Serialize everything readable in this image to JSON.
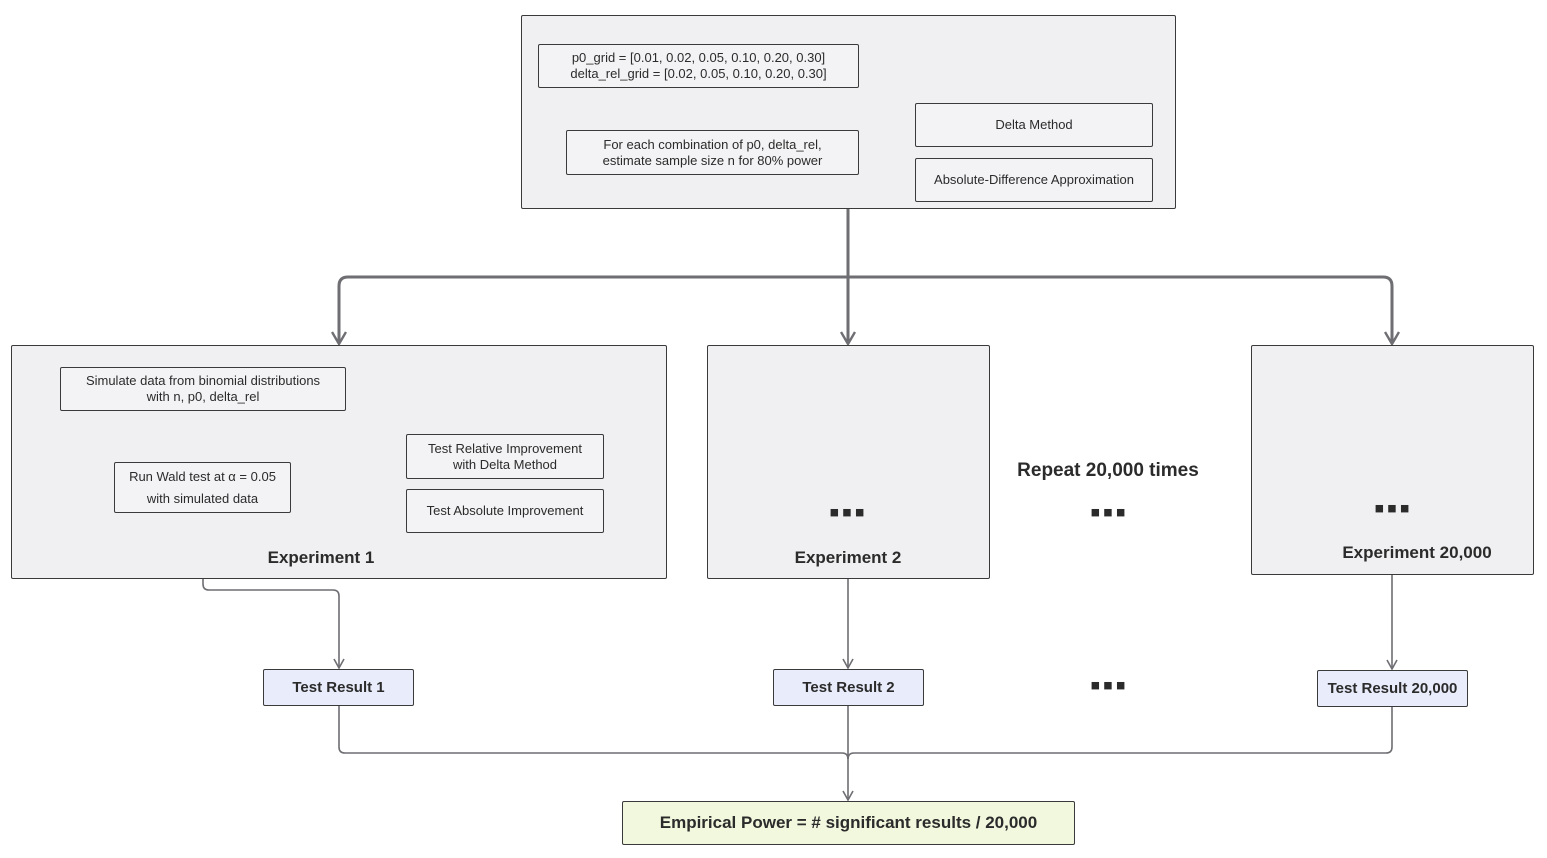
{
  "setup": {
    "grid_text": "p0_grid = [0.01, 0.02, 0.05, 0.10, 0.20, 0.30]\ndelta_rel_grid = [0.02, 0.05, 0.10, 0.20, 0.30]",
    "estimate_text": "For each combination of p0, delta_rel,\nestimate sample size n for 80% power",
    "method_delta": "Delta Method",
    "method_absolute": "Absolute-Difference Approximation"
  },
  "experiments": [
    {
      "label": "Experiment 1",
      "simulate_text": "Simulate data from binomial distributions\nwith n, p0, delta_rel",
      "wald_text": "Run Wald test at α = 0.05\nwith simulated data",
      "test_relative": "Test Relative Improvement\nwith Delta Method",
      "test_absolute": "Test Absolute Improvement"
    },
    {
      "label": "Experiment 2",
      "ellipsis": "▪▪▪"
    },
    {
      "label": "Experiment 20,000",
      "ellipsis": "▪▪▪"
    }
  ],
  "repeat_label": "Repeat 20,000 times",
  "ellipsis": "▪▪▪",
  "results": [
    "Test Result 1",
    "Test Result 2",
    "Test Result 20,000"
  ],
  "final": "Empirical Power = # significant results / 20,000"
}
